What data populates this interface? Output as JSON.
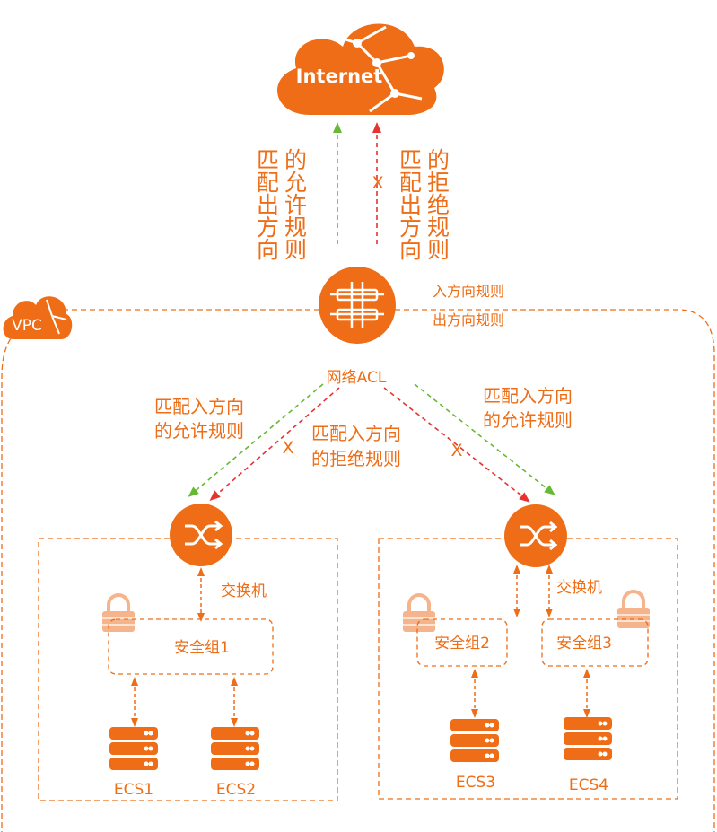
{
  "internet": {
    "label": "Internet"
  },
  "vpc": {
    "label": "VPC"
  },
  "outbound_allow": {
    "col_right": "的允许规则",
    "col_left": "匹配出方向"
  },
  "outbound_deny": {
    "col_left": "匹配出方向",
    "col_right": "的拒绝规则",
    "mark": "X"
  },
  "acl": {
    "label": "网络ACL",
    "in_rules": "入方向规则",
    "out_rules": "出方向规则"
  },
  "inbound_allow_left": {
    "line1": "匹配入方向",
    "line2": "的允许规则"
  },
  "inbound_deny": {
    "line1": "匹配入方向",
    "line2": "的拒绝规则",
    "mark_left": "X",
    "mark_right": "X"
  },
  "inbound_allow_right": {
    "line1": "匹配入方向",
    "line2": "的允许规则"
  },
  "left_group": {
    "switch_label": "交换机",
    "sg_label": "安全组1",
    "servers": [
      "ECS1",
      "ECS2"
    ]
  },
  "right_group": {
    "switch_label": "交换机",
    "sg2_label": "安全组2",
    "sg3_label": "安全组3",
    "servers": [
      "ECS3",
      "ECS4"
    ]
  },
  "colors": {
    "accent": "#ee6d16",
    "allow": "#66b934",
    "deny": "#e83131",
    "lock": "#f5b48c"
  }
}
